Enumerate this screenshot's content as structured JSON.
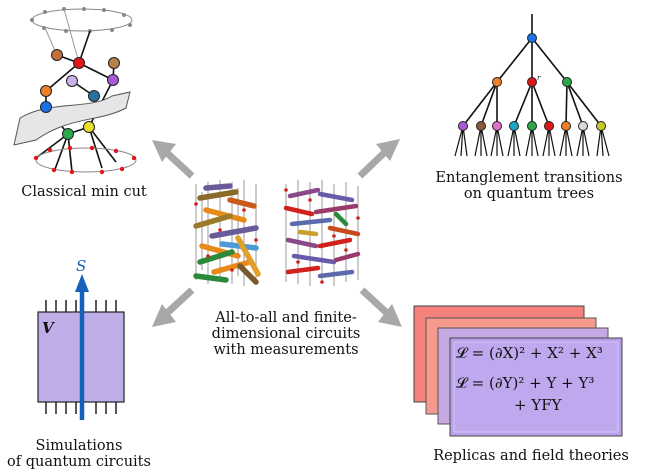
{
  "captions": {
    "min_cut": "Classical min cut",
    "trees_1": "Entanglement transitions",
    "trees_2": "on quantum trees",
    "center_1": "All-to-all and finite-",
    "center_2": "dimensional circuits",
    "center_3": "with measurements",
    "sim_1": "Simulations",
    "sim_2": "of quantum circuits",
    "replicas": "Replicas and field theories"
  },
  "labels": {
    "circuit_v": "V",
    "arrow_s": "S",
    "tree_node": "r"
  },
  "equations": {
    "eq1": "𝓛 = (∂X)² + X² + X³",
    "eq2a": "𝓛 = (∂Y)² + Y + Y³",
    "eq2b": "+ YFY"
  },
  "colors": {
    "arrow_gray": "#a8a8a8",
    "circuit_purple": "#c0aee8",
    "replica_pink": "#f4817c",
    "replica_purple": "#b8a0ea",
    "blue": "#1560b8",
    "node_blue": "#1a73e8",
    "node_orange": "#f07f2a",
    "node_red": "#e0161b",
    "node_green": "#2aa84a",
    "node_purple": "#a85ad6",
    "node_yellow": "#e8e02a"
  }
}
